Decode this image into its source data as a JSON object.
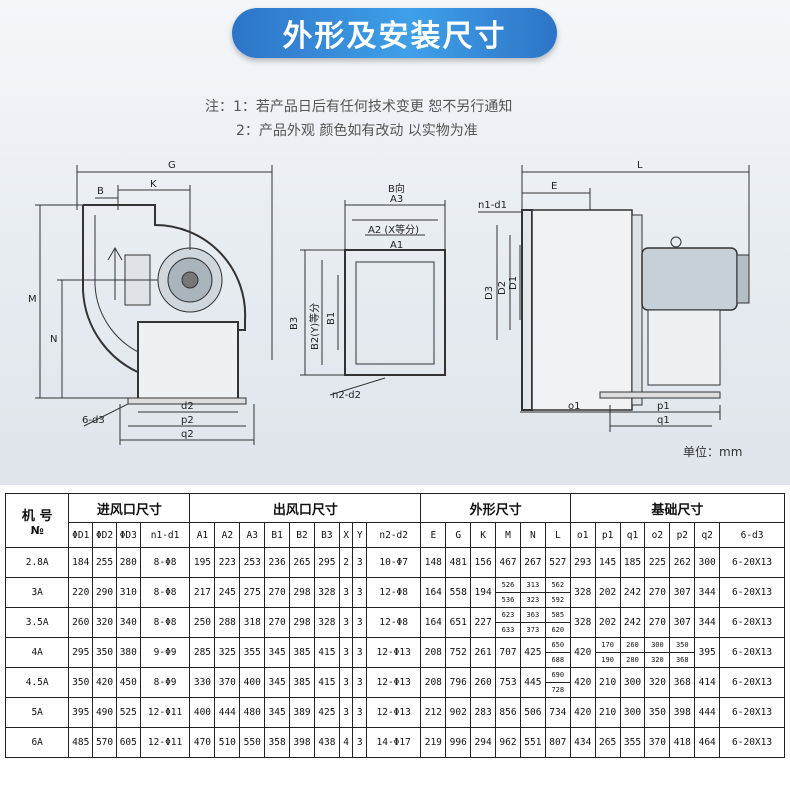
{
  "title": "外形及安装尺寸",
  "notes": [
    "注：1：若产品日后有任何技术变更 恕不另行通知",
    "2：产品外观 颜色如有改动 以实物为准"
  ],
  "unit": "单位：mm",
  "drawing_labels": {
    "side": {
      "G": "G",
      "K": "K",
      "B": "B",
      "M": "M",
      "N": "N",
      "d3": "6-d3",
      "d2": "d2",
      "p2": "p2",
      "q2": "q2"
    },
    "outlet": {
      "dir": "B向",
      "A3": "A3",
      "A2": "A2 (X等分)",
      "A1": "A1",
      "B3": "B3",
      "B2": "B2(Y)等分",
      "B1": "B1",
      "n2": "n2-d2"
    },
    "front": {
      "L": "L",
      "E": "E",
      "n1": "n1-d1",
      "D3": "D3",
      "D2": "D2",
      "D1": "D1",
      "o1": "o1",
      "p1": "p1",
      "q1": "q1"
    }
  },
  "table": {
    "group_headers": {
      "model": "机 号",
      "no": "№",
      "inlet": "进风口尺寸",
      "outlet": "出风口尺寸",
      "outline": "外形尺寸",
      "base": "基础尺寸"
    },
    "columns": [
      "ΦD1",
      "ΦD2",
      "ΦD3",
      "n1-d1",
      "A1",
      "A2",
      "A3",
      "B1",
      "B2",
      "B3",
      "X",
      "Y",
      "n2-d2",
      "E",
      "G",
      "K",
      "M",
      "N",
      "L",
      "o1",
      "p1",
      "q1",
      "o2",
      "p2",
      "q2",
      "6-d3"
    ],
    "rows": [
      {
        "model": "2.8A",
        "D1": "184",
        "D2": "255",
        "D3": "280",
        "n1d1": "8-Φ8",
        "A1": "195",
        "A2": "223",
        "A3": "253",
        "B1": "236",
        "B2": "265",
        "B3": "295",
        "X": "2",
        "Y": "3",
        "n2d2": "10-Φ7",
        "E": "148",
        "G": "481",
        "K": "156",
        "M": "467",
        "N": "267",
        "L": "527",
        "o1": "293",
        "p1": "145",
        "q1": "185",
        "o2": "225",
        "p2": "262",
        "q2": "300",
        "d3": "6-20X13"
      },
      {
        "model": "3A",
        "D1": "220",
        "D2": "290",
        "D3": "310",
        "n1d1": "8-Φ8",
        "A1": "217",
        "A2": "245",
        "A3": "275",
        "B1": "270",
        "B2": "298",
        "B3": "328",
        "X": "3",
        "Y": "3",
        "n2d2": "12-Φ8",
        "E": "164",
        "G": "558",
        "K": "194",
        "M": [
          "526",
          "536"
        ],
        "N": [
          "313",
          "323"
        ],
        "L": [
          "562",
          "592"
        ],
        "o1": "328",
        "p1": "202",
        "q1": "242",
        "o2": "270",
        "p2": "307",
        "q2": "344",
        "d3": "6-20X13"
      },
      {
        "model": "3.5A",
        "D1": "260",
        "D2": "320",
        "D3": "340",
        "n1d1": "8-Φ8",
        "A1": "250",
        "A2": "288",
        "A3": "318",
        "B1": "270",
        "B2": "298",
        "B3": "328",
        "X": "3",
        "Y": "3",
        "n2d2": "12-Φ8",
        "E": "164",
        "G": "651",
        "K": "227",
        "M": [
          "623",
          "633"
        ],
        "N": [
          "363",
          "373"
        ],
        "L": [
          "585",
          "620"
        ],
        "o1": "328",
        "p1": "202",
        "q1": "242",
        "o2": "270",
        "p2": "307",
        "q2": "344",
        "d3": "6-20X13"
      },
      {
        "model": "4A",
        "D1": "295",
        "D2": "350",
        "D3": "380",
        "n1d1": "9-Φ9",
        "A1": "285",
        "A2": "325",
        "A3": "355",
        "B1": "345",
        "B2": "385",
        "B3": "415",
        "X": "3",
        "Y": "3",
        "n2d2": "12-Φ13",
        "E": "208",
        "G": "752",
        "K": "261",
        "M": "707",
        "N": "425",
        "L": [
          "650",
          "688"
        ],
        "o1": "420",
        "p1": [
          "170",
          "190"
        ],
        "q1": [
          "260",
          "280"
        ],
        "o2": [
          "300",
          "320"
        ],
        "p2": [
          "350",
          "368"
        ],
        "q2": "395",
        "d3": "6-20X13"
      },
      {
        "model": "4.5A",
        "D1": "350",
        "D2": "420",
        "D3": "450",
        "n1d1": "8-Φ9",
        "A1": "330",
        "A2": "370",
        "A3": "400",
        "B1": "345",
        "B2": "385",
        "B3": "415",
        "X": "3",
        "Y": "3",
        "n2d2": "12-Φ13",
        "E": "208",
        "G": "796",
        "K": "260",
        "M": "753",
        "N": "445",
        "L": [
          "690",
          "728"
        ],
        "o1": "420",
        "p1": "210",
        "q1": "300",
        "o2": "320",
        "p2": "368",
        "q2": "414",
        "d3": "6-20X13"
      },
      {
        "model": "5A",
        "D1": "395",
        "D2": "490",
        "D3": "525",
        "n1d1": "12-Φ11",
        "A1": "400",
        "A2": "444",
        "A3": "480",
        "B1": "345",
        "B2": "389",
        "B3": "425",
        "X": "3",
        "Y": "3",
        "n2d2": "12-Φ13",
        "E": "212",
        "G": "902",
        "K": "283",
        "M": "856",
        "N": "506",
        "L": "734",
        "o1": "420",
        "p1": "210",
        "q1": "300",
        "o2": "350",
        "p2": "398",
        "q2": "444",
        "d3": "6-20X13"
      },
      {
        "model": "6A",
        "D1": "485",
        "D2": "570",
        "D3": "605",
        "n1d1": "12-Φ11",
        "A1": "470",
        "A2": "510",
        "A3": "550",
        "B1": "358",
        "B2": "398",
        "B3": "438",
        "X": "4",
        "Y": "3",
        "n2d2": "14-Φ17",
        "E": "219",
        "G": "996",
        "K": "294",
        "M": "962",
        "N": "551",
        "L": "807",
        "o1": "434",
        "p1": "265",
        "q1": "355",
        "o2": "370",
        "p2": "418",
        "q2": "464",
        "d3": "6-20X13"
      }
    ]
  }
}
